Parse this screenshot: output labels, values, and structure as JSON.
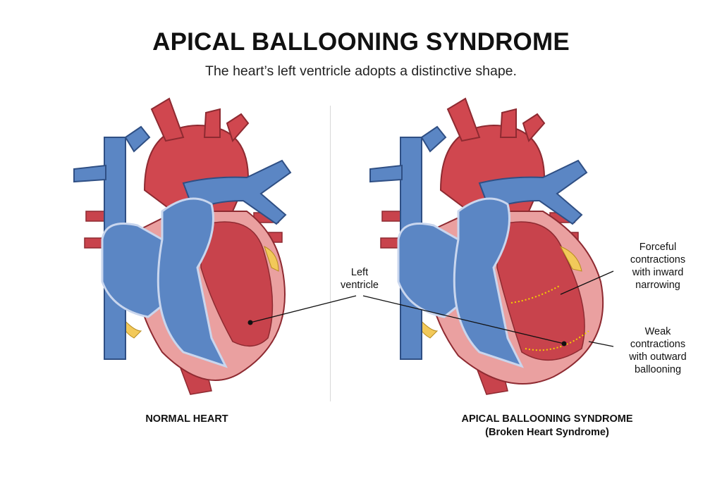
{
  "header": {
    "title": "APICAL BALLOONING SYNDROME",
    "subtitle": "The heart’s left ventricle adopts a distinctive shape."
  },
  "panels": {
    "left_caption": "NORMAL HEART",
    "right_caption_line1": "APICAL BALLOONING SYNDROME",
    "right_caption_line2": "(Broken Heart Syndrome)"
  },
  "labels": {
    "left_ventricle_line1": "Left",
    "left_ventricle_line2": "ventricle",
    "forceful_line1": "Forceful",
    "forceful_line2": "contractions",
    "forceful_line3": "with inward",
    "forceful_line4": "narrowing",
    "weak_line1": "Weak",
    "weak_line2": "contractions",
    "weak_line3": "with outward",
    "weak_line4": "ballooning"
  },
  "colors": {
    "artery_red": "#d0474f",
    "vein_blue": "#5b86c4",
    "muscle_pink": "#eaa0a0",
    "fat_yellow": "#f2c95a",
    "dotted_yellow": "#f5d000"
  }
}
